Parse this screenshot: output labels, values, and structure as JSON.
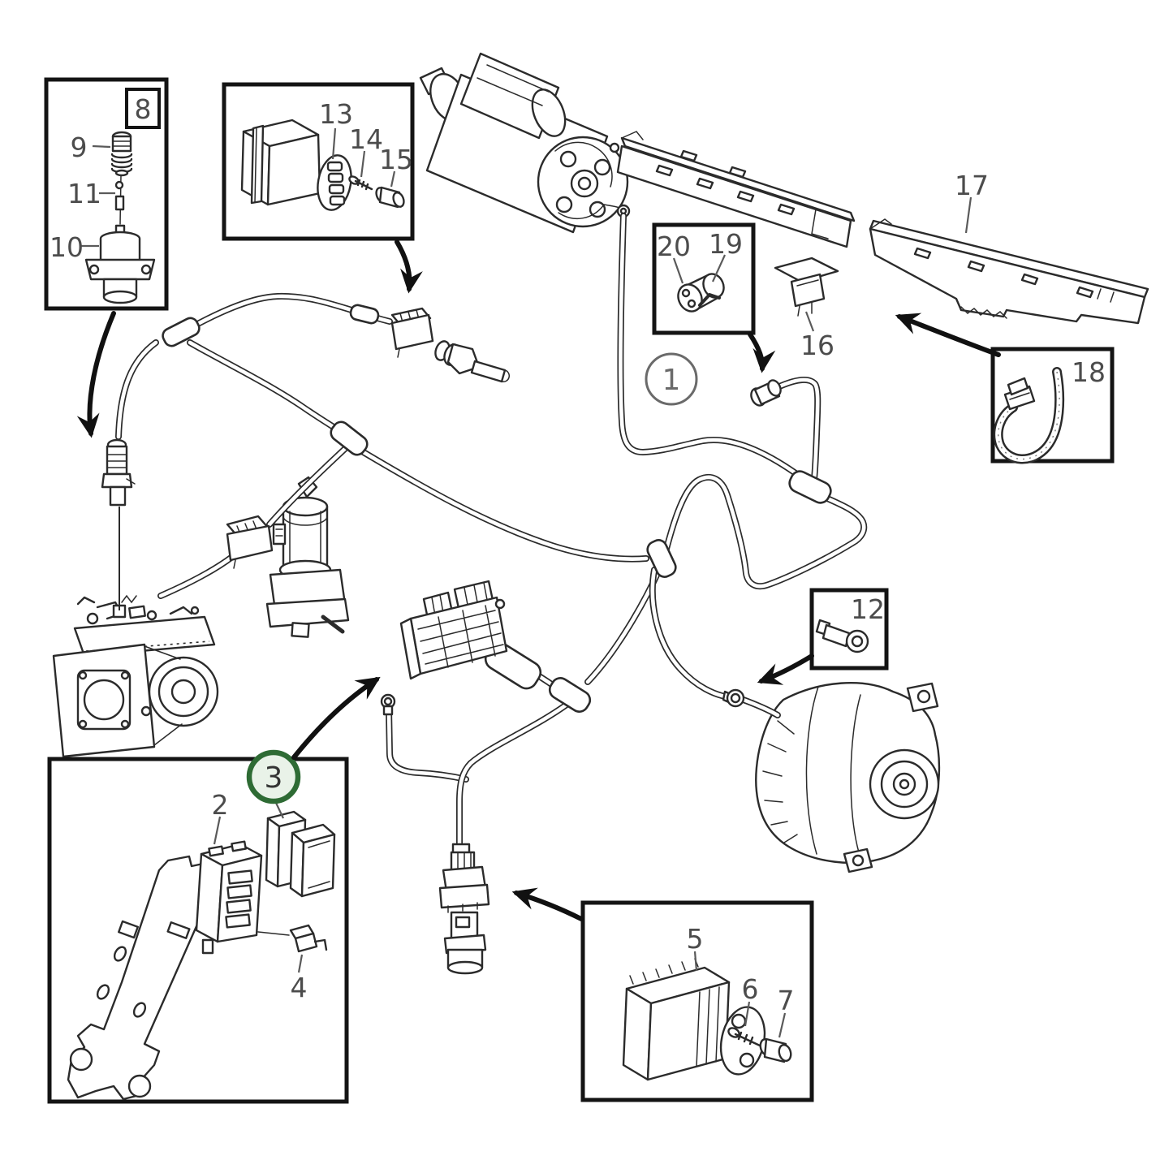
{
  "diagram": {
    "background": "#ffffff",
    "line_color": "#2b2b2b",
    "label_color": "#4c4c4c",
    "callout_border_color": "#141414",
    "accent_green": "#2e6b34",
    "accent_green_fill": "#e9f2e8",
    "labels": {
      "n1": "1",
      "n2": "2",
      "n3": "3",
      "n4": "4",
      "n5": "5",
      "n6": "6",
      "n7": "7",
      "n8": "8",
      "n9": "9",
      "n10": "10",
      "n11": "11",
      "n12": "12",
      "n13": "13",
      "n14": "14",
      "n15": "15",
      "n16": "16",
      "n17": "17",
      "n18": "18",
      "n19": "19",
      "n20": "20"
    }
  }
}
